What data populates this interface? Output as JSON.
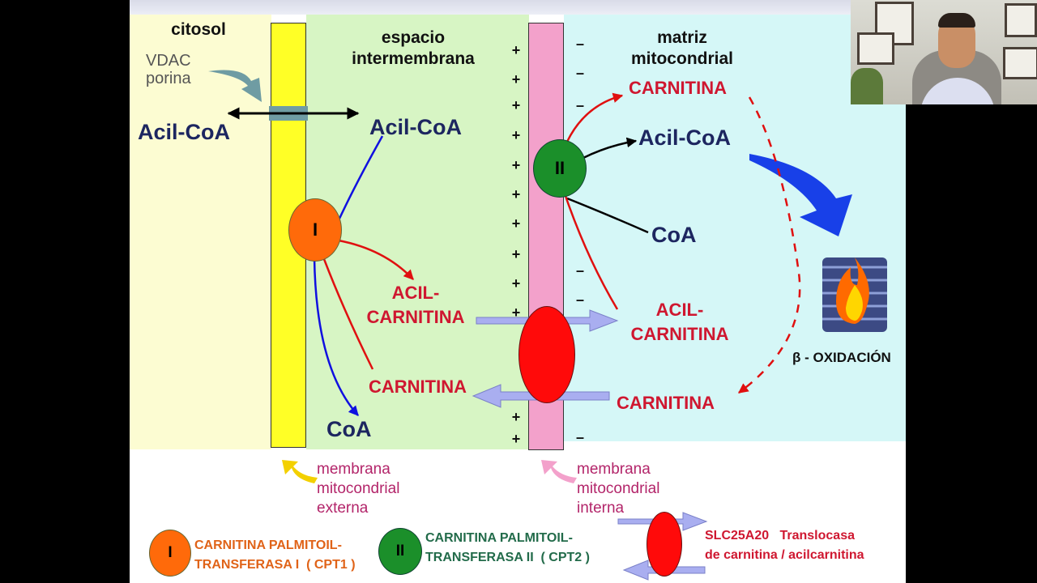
{
  "diagram": {
    "header_cytosol": "citosol",
    "header_ims": "espacio\nintermembrana",
    "header_matrix": "matriz\nmitocondrial",
    "vdac_label": "VDAC\nporina",
    "acil_coa_cytosol": "Acil-CoA",
    "acil_coa_ims": "Acil-CoA",
    "acil_coa_matrix": "Acil-CoA",
    "coa_matrix": "CoA",
    "coa_ims": "CoA",
    "carnitina_matrix_top": "CARNITINA",
    "acilcarnitina_ims": "ACIL-\nCARNITINA",
    "acilcarnitina_matrix": "ACIL-\nCARNITINA",
    "carnitina_ims": "CARNITINA",
    "carnitina_matrix_bottom": "CARNITINA",
    "beta_oxidation": "β - OXIDACIÓN",
    "cpt1_mark": "I",
    "cpt2_mark": "II",
    "plus_sign": "+",
    "minus_sign": "–",
    "outer_membrane_label": "membrana\nmitocondrial\nexterna",
    "inner_membrane_label": "membrana\nmitocondrial\ninterna"
  },
  "legend": {
    "cpt1_mark": "I",
    "cpt1_text": "CARNITINA PALMITOIL-\nTRANSFERASA I  ( CPT1 )",
    "cpt2_mark": "II",
    "cpt2_text": "CARNITINA PALMITOIL-\nTRANSFERASA II  ( CPT2 )",
    "translocase_text": "SLC25A20   Translocasa\nde carnitina / acilcarnitina"
  },
  "colors": {
    "cytosol": "#fcfcd2",
    "intermembrane": "#d7f5c4",
    "matrix": "#d5f7f7",
    "outer_membrane": "#ffff26",
    "inner_membrane": "#f3a1cb",
    "cpt1": "#ff6a0a",
    "cpt2": "#1b8f2a",
    "translocase": "#ff0a0a",
    "navy_text": "#1d2660",
    "red_text": "#cf1730"
  }
}
